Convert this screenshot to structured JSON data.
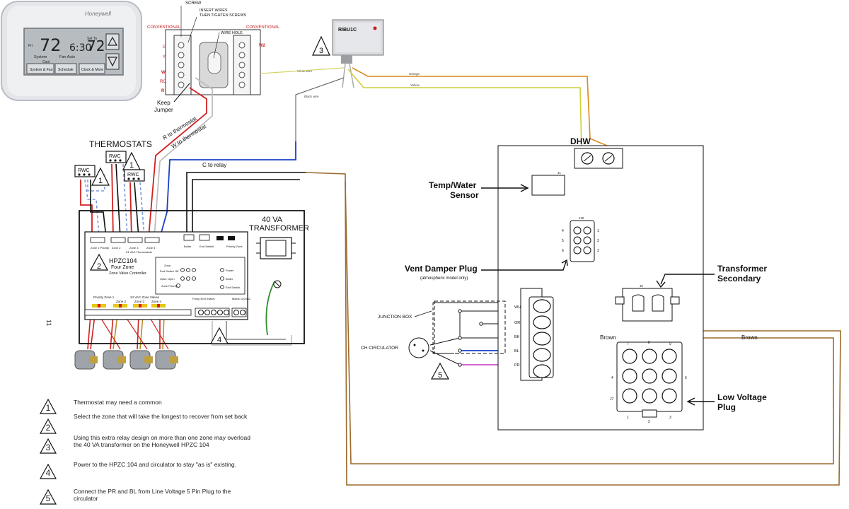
{
  "thermostat": {
    "brand": "Honeywell",
    "temp_left": "72",
    "time": "6:30",
    "temp_right": "72",
    "mode_label": "Fri",
    "set_label": "Set To",
    "system_label": "System",
    "cool_label": "Cool",
    "fan_label": "Fan Auto",
    "buttons": [
      "System & Fan",
      "Schedule",
      "Clock & More"
    ]
  },
  "wiring_plate": {
    "top_label": "SCREW",
    "insert_label_1": "INSERT WIRES",
    "insert_label_2": "THEN TIGHTEN SCREWS",
    "wire_hole_label": "WIRE HOLE",
    "conventional_left": "CONVENTIONAL",
    "conventional_right": "CONVENTIONAL",
    "terminals_left": [
      "G",
      "Y",
      "W",
      "RC",
      "R"
    ],
    "terminals_right": [
      "W2"
    ],
    "keep_jumper": [
      "Keep",
      "Jumper"
    ]
  },
  "relay": {
    "model": "RIBU1C",
    "white_wire": "White wire",
    "black_wire": "Black wire",
    "orange": "Orange",
    "yellow": "Yellow"
  },
  "wire_labels": {
    "r_to_thermostat": "R to thermostat",
    "w_to_thermostat": "W to thermostat",
    "c_to_relay": "C to relay"
  },
  "thermostats_label": "THERMOSTATS",
  "rwc": "RWC",
  "controller": {
    "transformer_1": "40 VA",
    "transformer_2": "TRANSFORMER",
    "model": "HPZC104",
    "line2": "Four Zone",
    "line3": "Zone Valve Controller",
    "zones_top": [
      "Zone 1 Priority",
      "Zone 2",
      "Zone 3",
      "Zone 4"
    ],
    "boiler": "Boiler",
    "end_switch": "End Switch",
    "priority_zone": "Priority Zone",
    "zones_bottom": [
      "Priority Zone 1",
      "Zone 2",
      "Zone 3",
      "Zone 4"
    ],
    "vac_label": "24 VAC Zone Valves",
    "pump_label": "Pump End Switch",
    "mains_label": "Mains 120VAC",
    "power_label": "Power",
    "boiler_led": "Boiler",
    "end_switch_led": "End Switch",
    "zone_label": "Zone",
    "end_switch_off": "End Switch Off",
    "valve_open": "Valve Open",
    "zone_priority": "Zone Priority",
    "thermostats_small": "24 VAC Thermostats"
  },
  "dhw": {
    "title": "DHW",
    "temp_sensor": [
      "Temp/Water",
      "Sensor"
    ],
    "vent_damper": "Vent Damper Plug",
    "vent_damper_sub": "(atmospheric model only)",
    "transformer": [
      "Transformer",
      "Secondary"
    ],
    "low_voltage": [
      "Low Voltage",
      "Plug"
    ],
    "brown_left": "Brown",
    "brown_right": "Brown",
    "j1": "J1",
    "j10": "J10",
    "j6": "J6",
    "pins_j10_left": [
      "4",
      "5",
      "6"
    ],
    "pins_j10_right": [
      "1",
      "2",
      "3"
    ],
    "pins_lv": [
      "7",
      "8",
      "9",
      "4",
      "6",
      "1",
      "2",
      "3",
      "J7"
    ],
    "junction_box": "JUNCTION BOX",
    "ch_circulator": "CH CIRCULATOR",
    "plug_labels": [
      "WH",
      "OR",
      "BK",
      "BL",
      "PR"
    ]
  },
  "page_number": "11",
  "notes": [
    {
      "num": "1",
      "text": "Thermostat may need a common"
    },
    {
      "num": "2",
      "text": "Select the zone that will take the longest to recover from set back"
    },
    {
      "num": "3",
      "text": "Using this extra relay design on more than one zone may overload the 40 VA transformer on the Honeywell HPZC 104"
    },
    {
      "num": "4",
      "text": "Power to the HPZC 104 and circulator to stay \"as is\" existing."
    },
    {
      "num": "5",
      "text": "Connect the PR and BL from Line Voltage 5 Pin Plug to the circulator"
    }
  ],
  "colors": {
    "red": "#d32020",
    "blue": "#1a3fc9",
    "black": "#111111",
    "orange": "#d9891a",
    "yellow": "#d7d43a",
    "brown": "#9a6a2c",
    "magenta": "#d14fd1",
    "green": "#2f8f2f"
  }
}
